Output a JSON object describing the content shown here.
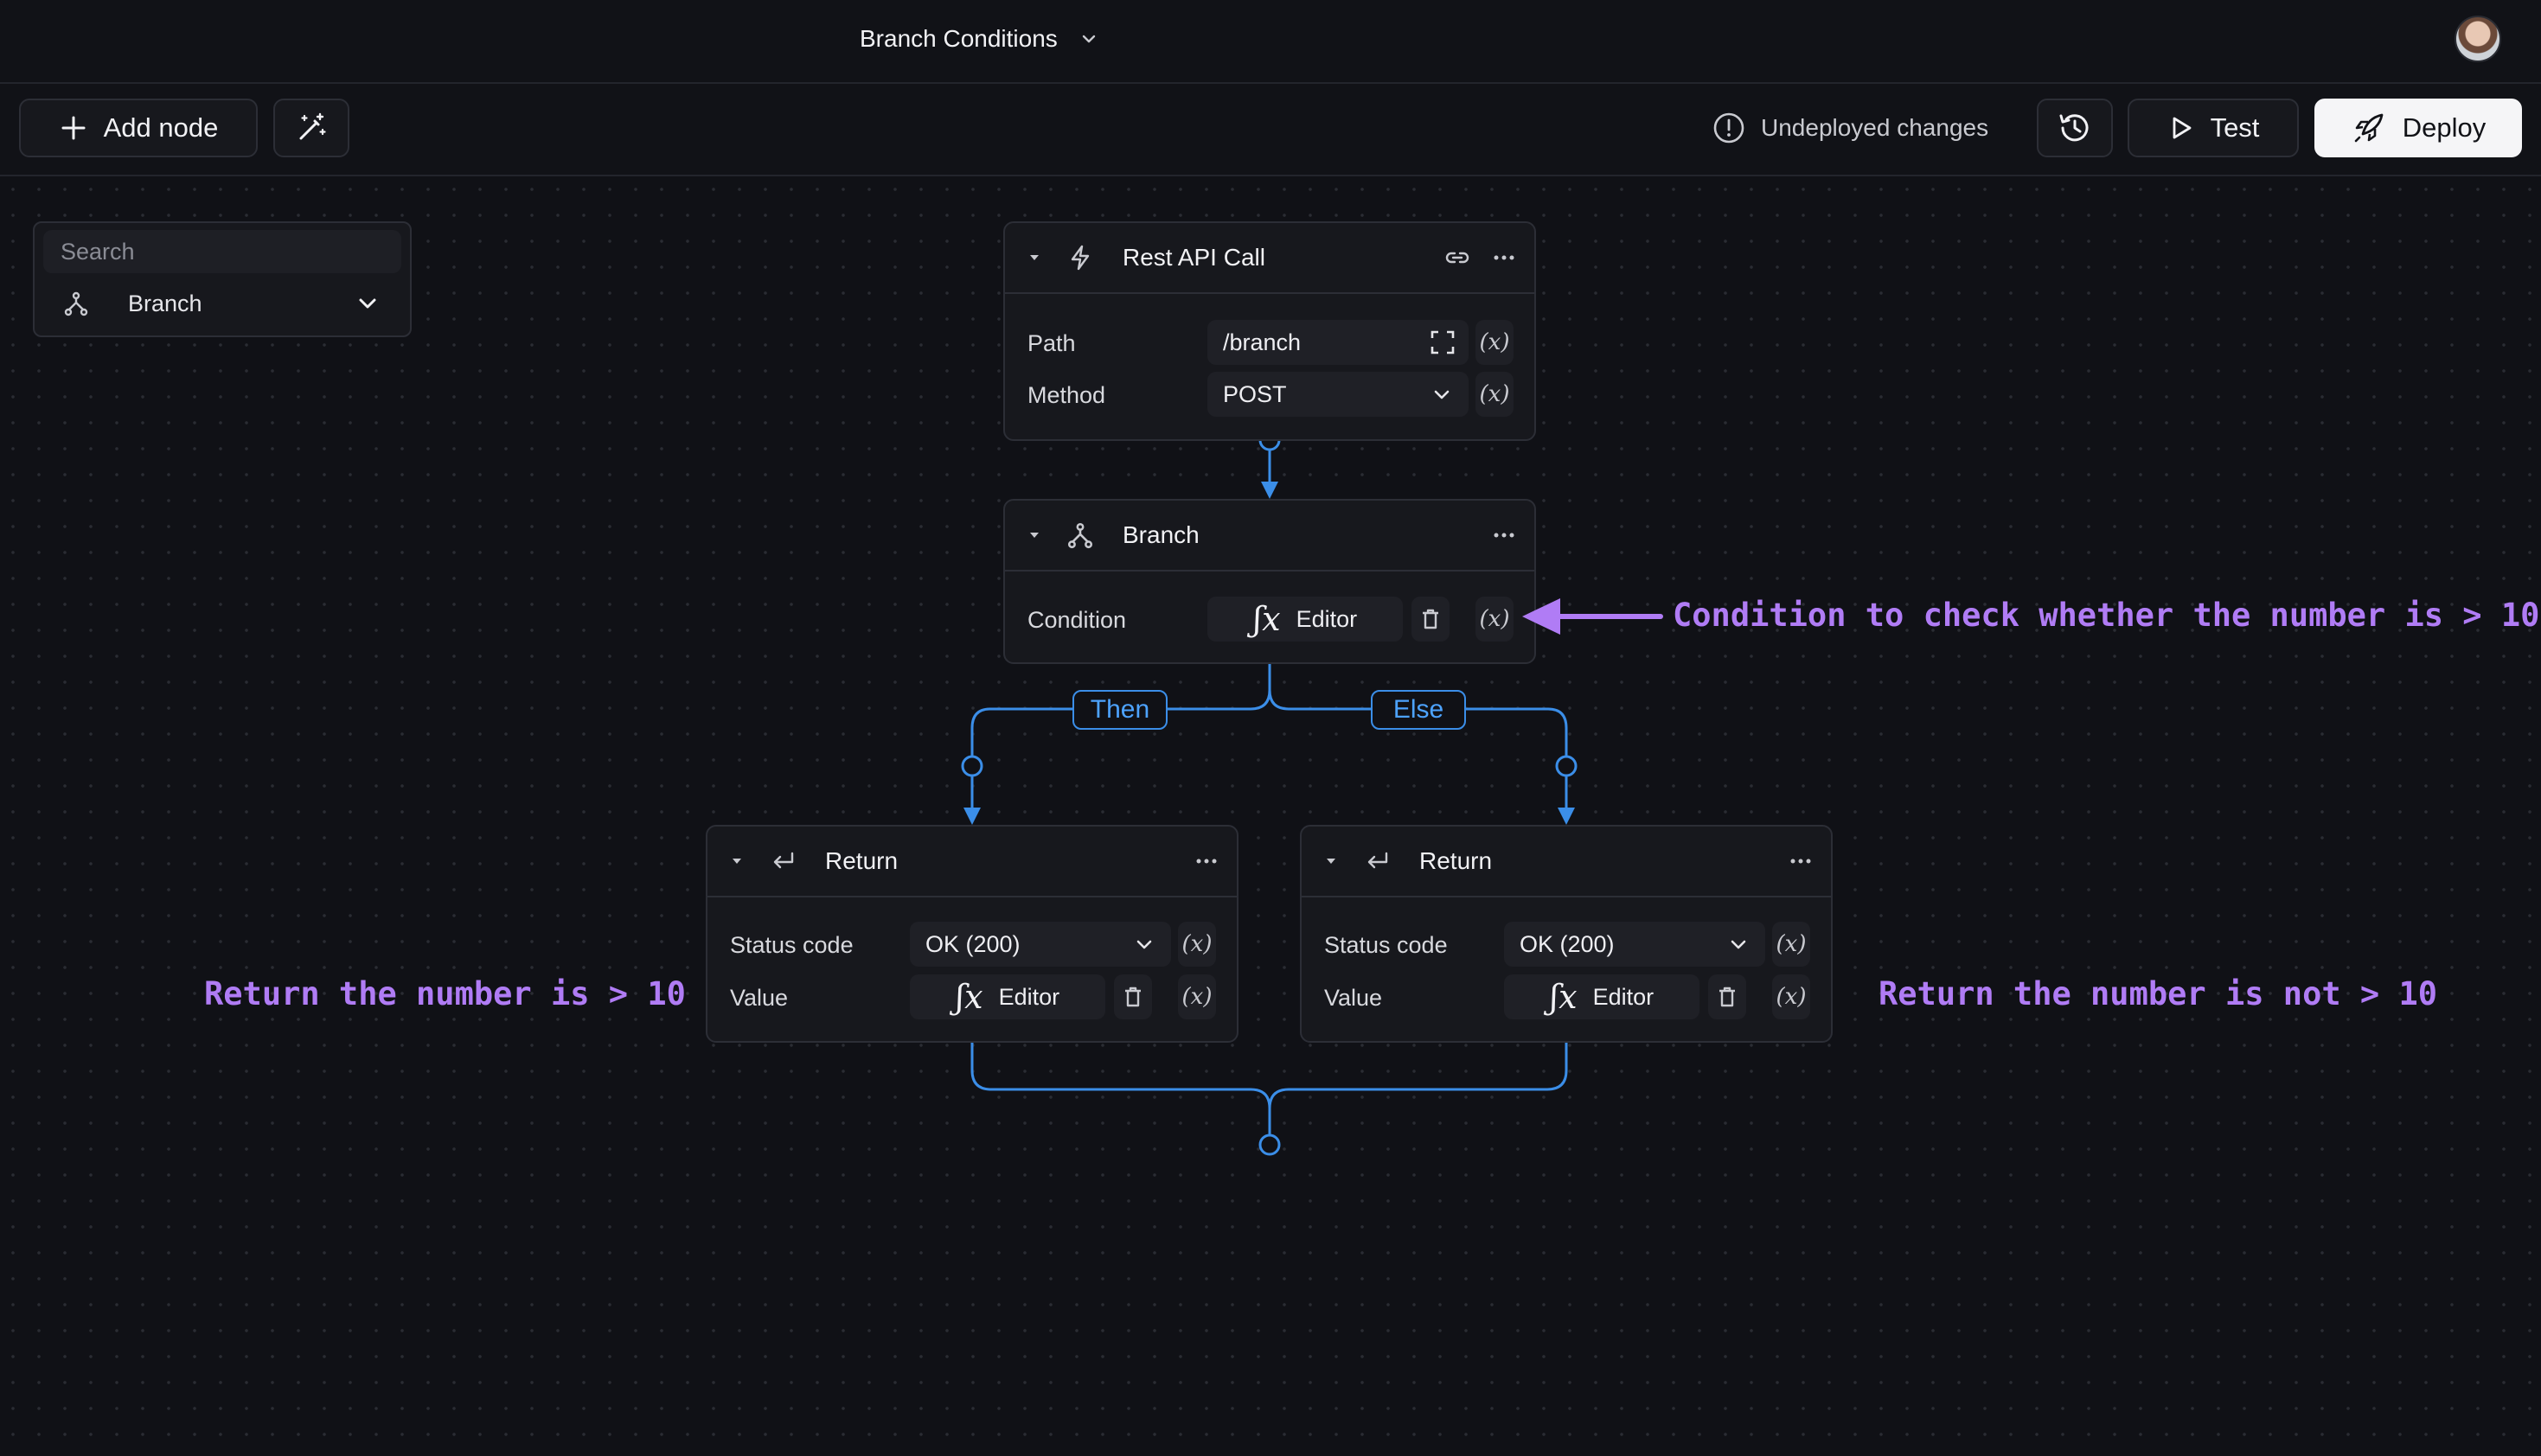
{
  "header": {
    "title": "Branch Conditions"
  },
  "toolbar": {
    "add_node_label": "Add node",
    "status_text": "Undeployed changes",
    "test_label": "Test",
    "deploy_label": "Deploy"
  },
  "search": {
    "placeholder": "Search",
    "result_label": "Branch"
  },
  "nodes": {
    "rest_api": {
      "title": "Rest API Call",
      "path_label": "Path",
      "path_value": "/branch",
      "method_label": "Method",
      "method_value": "POST"
    },
    "branch": {
      "title": "Branch",
      "condition_label": "Condition",
      "editor_label": "Editor"
    },
    "return_then": {
      "title": "Return",
      "status_label": "Status code",
      "status_value": "OK (200)",
      "value_label": "Value",
      "editor_label": "Editor"
    },
    "return_else": {
      "title": "Return",
      "status_label": "Status code",
      "status_value": "OK (200)",
      "value_label": "Value",
      "editor_label": "Editor"
    }
  },
  "edges": {
    "then_label": "Then",
    "else_label": "Else"
  },
  "variable_button": "(x)",
  "annotations": {
    "condition": "Condition to check whether the number is > 10",
    "then": "Return the number is > 10",
    "else": "Return the number is not > 10"
  },
  "colors": {
    "accent_edge": "#3b8ee8",
    "annotation": "#b07cf5",
    "background": "#101116"
  }
}
